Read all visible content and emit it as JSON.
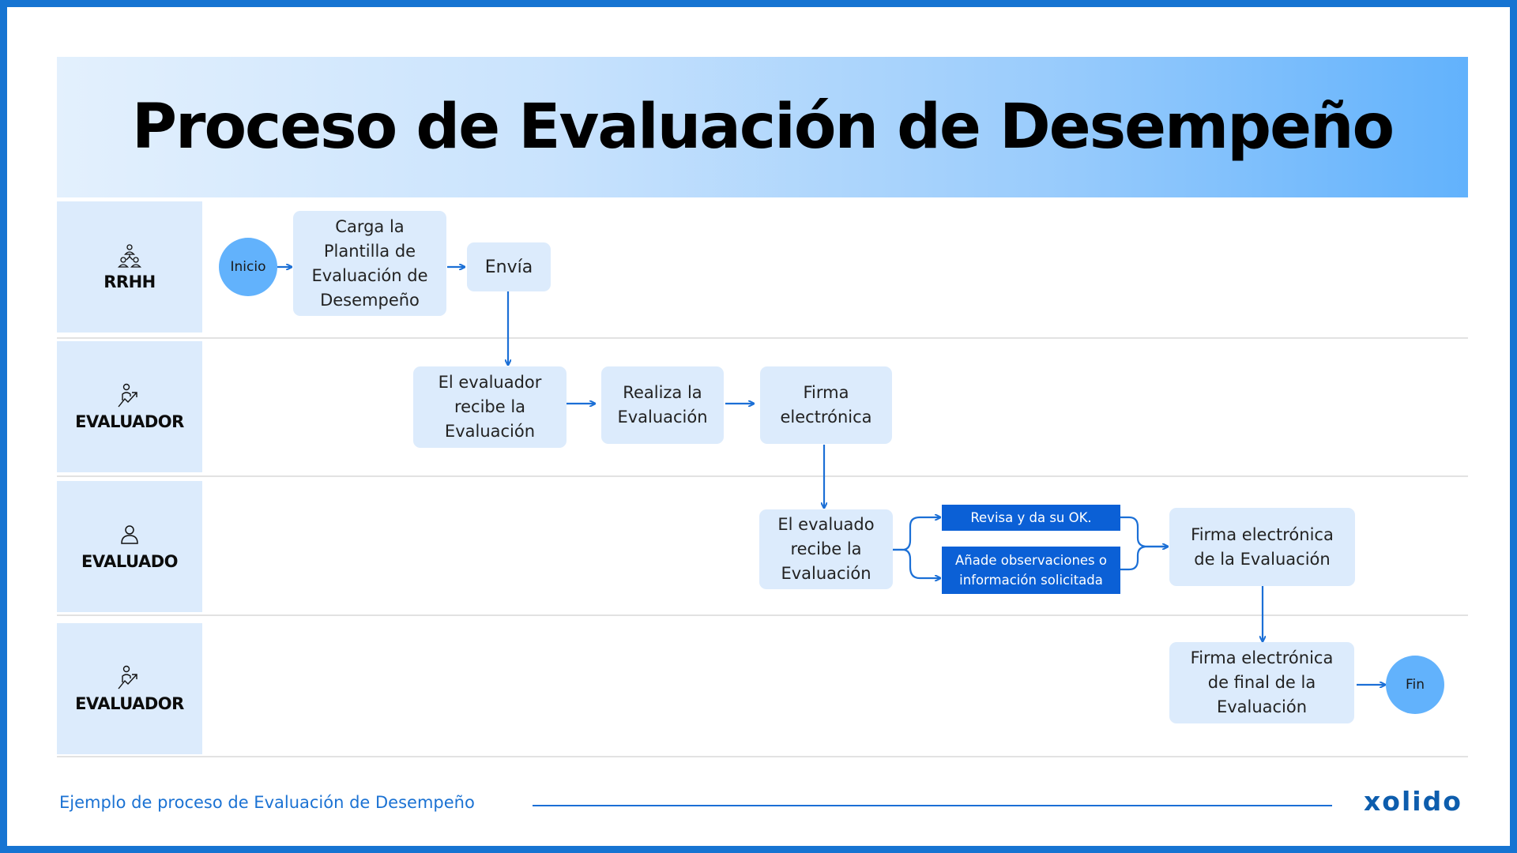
{
  "header": {
    "title": "Proceso de Evaluación de Desempeño"
  },
  "lanes": [
    {
      "label": "RRHH",
      "icon": "team-hierarchy-icon"
    },
    {
      "label": "EVALUADOR",
      "icon": "person-growth-icon"
    },
    {
      "label": "EVALUADO",
      "icon": "person-icon"
    },
    {
      "label": "EVALUADOR",
      "icon": "person-growth-icon"
    }
  ],
  "nodes": {
    "inicio": "Inicio",
    "carga_plantilla": "Carga la\nPlantilla de\nEvaluación de\nDesempeño",
    "envia": "Envía",
    "evaluador_recibe": "El evaluador\nrecibe la\nEvaluación",
    "realiza": "Realiza la\nEvaluación",
    "firma_electronica": "Firma\nelectrónica",
    "evaluado_recibe": "El evaluado\nrecibe la\nEvaluación",
    "revisa_ok": "Revisa y da su OK.",
    "anade_observaciones": "Añade observaciones o\ninformación solicitada",
    "firma_evaluacion": "Firma electrónica\nde la Evaluación",
    "firma_final": "Firma electrónica\nde final de la\nEvaluación",
    "fin": "Fin"
  },
  "footer": {
    "caption": "Ejemplo de proceso de Evaluación de Desempeño",
    "logo": "xolido"
  },
  "colors": {
    "frame": "#1674D2",
    "header_start": "#E3F0FD",
    "header_end": "#62B2FC",
    "lane_bg": "#DCEBFC",
    "box_bg": "#DCEBFC",
    "circle": "#62B2FC",
    "decision": "#0B60D6",
    "arrow": "#1B6FD6",
    "footer_text": "#1B72D3",
    "logo": "#0D5DAD"
  }
}
